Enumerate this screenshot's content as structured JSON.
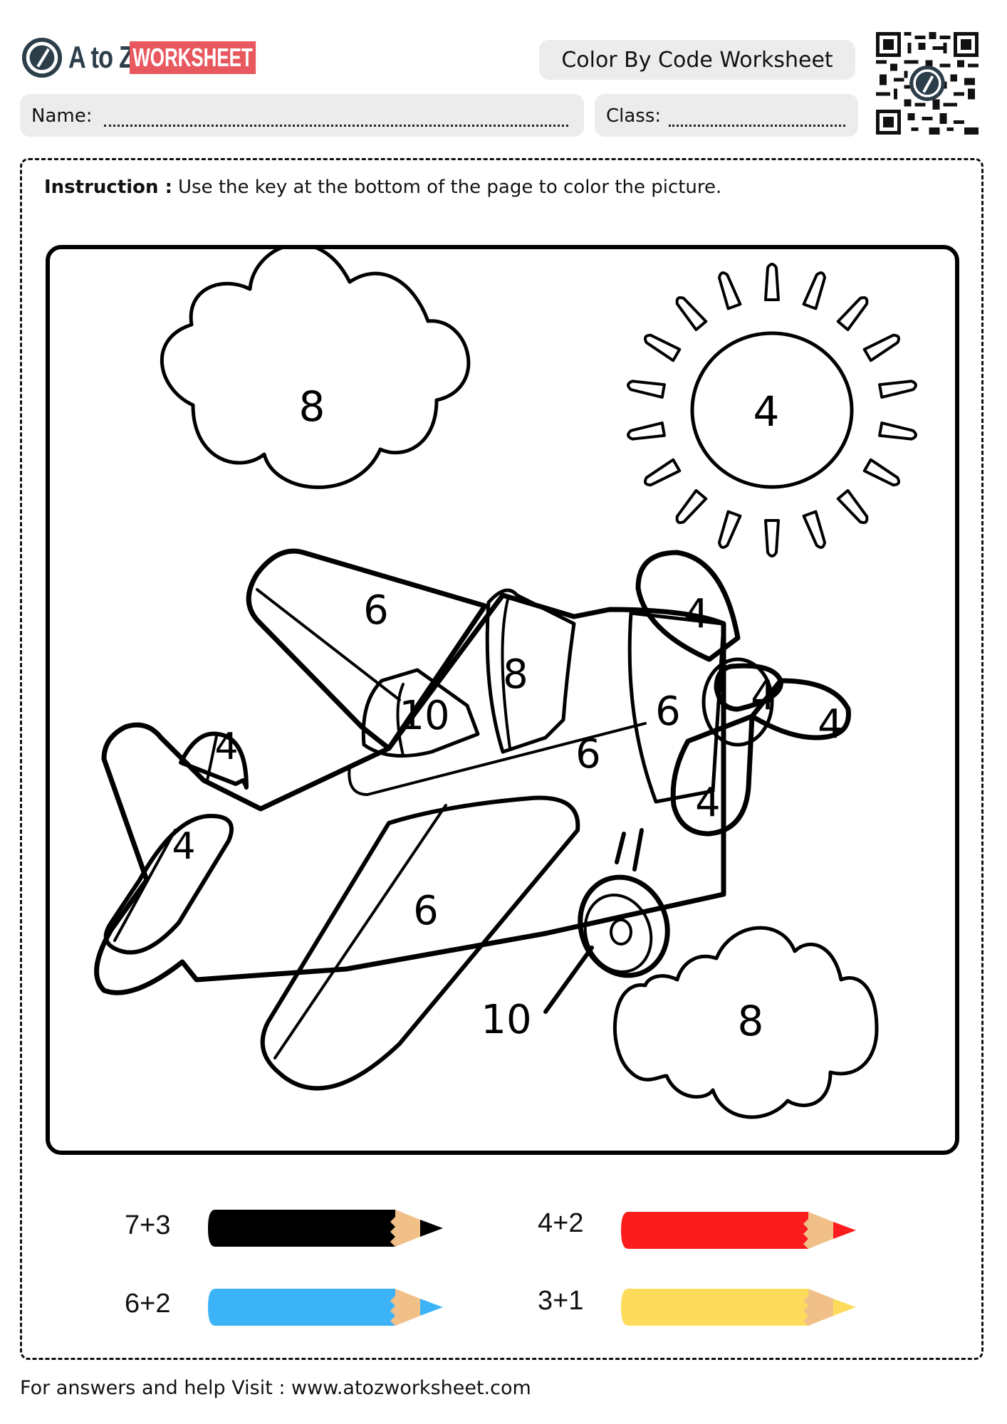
{
  "header": {
    "logo": {
      "brand_text": "A to Z",
      "badge_text": "WORKSHEET",
      "badge_color": "#e8585f",
      "mark_color": "#2c3e4a"
    },
    "title": "Color By Code Worksheet",
    "qr_icon": "qr-code-icon"
  },
  "fields": {
    "name_label": "Name:",
    "class_label": "Class:"
  },
  "instruction": {
    "label": "Instruction :",
    "text": "Use the key at the bottom of the page to color the picture."
  },
  "picture": {
    "subject": "airplane",
    "regions": [
      {
        "part": "cloud-top-left",
        "code": "8"
      },
      {
        "part": "sun",
        "code": "4"
      },
      {
        "part": "upper-wing",
        "code": "6"
      },
      {
        "part": "windshield",
        "code": "8"
      },
      {
        "part": "cockpit-seat",
        "code": "10"
      },
      {
        "part": "tail-fin",
        "code": "4"
      },
      {
        "part": "tail-wing",
        "code": "4"
      },
      {
        "part": "fuselage",
        "code": "6"
      },
      {
        "part": "nose",
        "code": "6"
      },
      {
        "part": "propeller-top",
        "code": "4"
      },
      {
        "part": "propeller-hub",
        "code": "4"
      },
      {
        "part": "propeller-right",
        "code": "4"
      },
      {
        "part": "propeller-bottom",
        "code": "4"
      },
      {
        "part": "lower-wing",
        "code": "6"
      },
      {
        "part": "wheel",
        "code": "10"
      },
      {
        "part": "cloud-bottom-right",
        "code": "8"
      }
    ]
  },
  "key": [
    {
      "expression": "7+3",
      "color_name": "black",
      "color": "#000000"
    },
    {
      "expression": "4+2",
      "color_name": "red",
      "color": "#fb1d1d"
    },
    {
      "expression": "6+2",
      "color_name": "blue",
      "color": "#3db3f7"
    },
    {
      "expression": "3+1",
      "color_name": "yellow",
      "color": "#fddc5c"
    }
  ],
  "pencil_wood_color": "#f0c088",
  "footer": {
    "text": "For answers and help Visit : www.atozworksheet.com"
  }
}
